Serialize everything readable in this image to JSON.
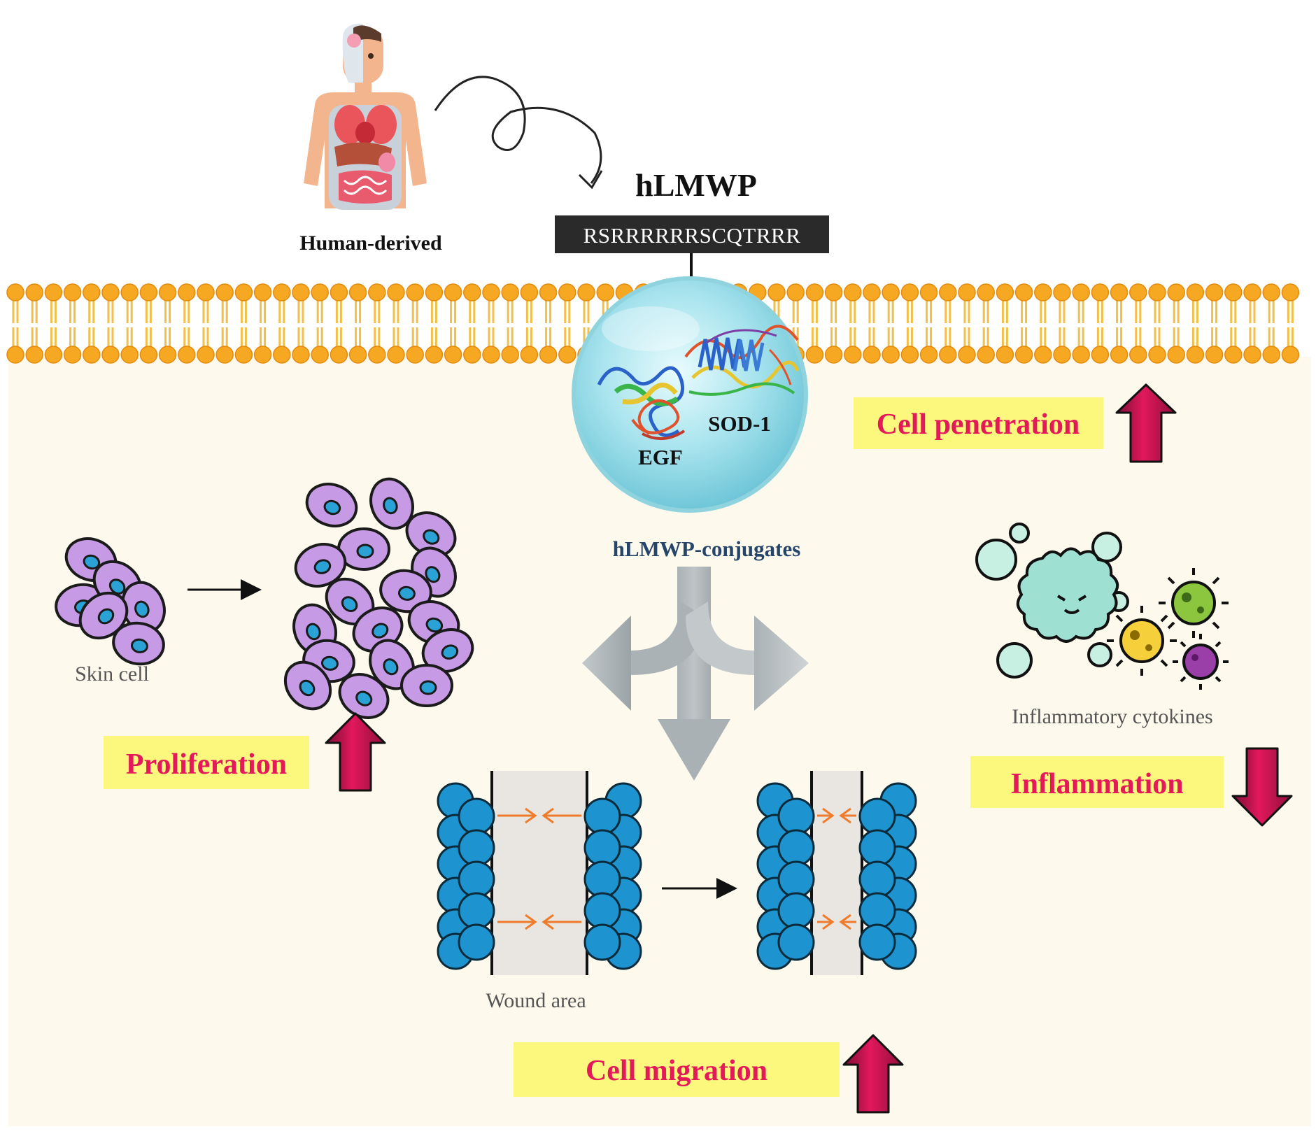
{
  "source": {
    "label": "Human-derived"
  },
  "peptide": {
    "name": "hLMWP",
    "sequence": "RSRRRRRRSCQTRRR"
  },
  "conjugate": {
    "egf_label": "EGF",
    "sod_label": "SOD-1",
    "caption": "hLMWP-conjugates"
  },
  "effects": {
    "cell_penetration": {
      "label": "Cell penetration",
      "direction": "up"
    },
    "proliferation": {
      "label": "Proliferation",
      "direction": "up"
    },
    "inflammation": {
      "label": "Inflammation",
      "direction": "down"
    },
    "cell_migration": {
      "label": "Cell migration",
      "direction": "up"
    }
  },
  "captions": {
    "skin_cell": "Skin cell",
    "wound_area": "Wound area",
    "cytokines": "Inflammatory cytokines"
  },
  "colors": {
    "cytoplasm": "#fdf9ec",
    "lipid_head": "#f7a823",
    "lipid_tail": "#f2c04a",
    "highlight": "#fbf87d",
    "effect_text": "#e3195a",
    "arrow_up": "#c8124c",
    "sphere": "#9fe0ea",
    "skin_cell": "#c79ae6",
    "nucleus": "#2aa2d6",
    "wound_cell": "#1d93cf",
    "wound_gap": "#e9e5e0",
    "gray_arrow": "#b4bcbf",
    "conjugate_text": "#26456b"
  }
}
